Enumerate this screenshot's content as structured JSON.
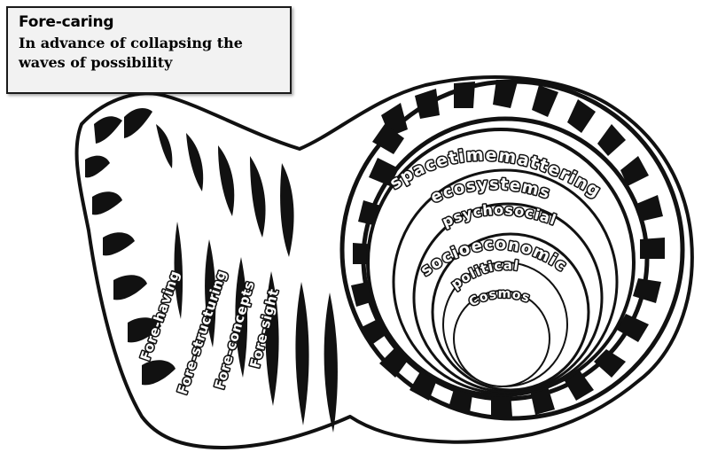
{
  "caption": {
    "title": "Fore-caring",
    "subtitle": "In advance of collapsing the waves of possibility"
  },
  "fore_labels": [
    "Fore-having",
    "Fore-structuring",
    "Fore-concepts",
    "Fore-sight"
  ],
  "ring_labels": [
    "spacetimemattering",
    "ecosystems",
    "psychosocial",
    "socioeconomic",
    "political",
    "Cosmos"
  ],
  "illustration": {
    "subject": "cornucopia-horn",
    "stroke_color": "#111111",
    "fill_color": "#ffffff"
  }
}
